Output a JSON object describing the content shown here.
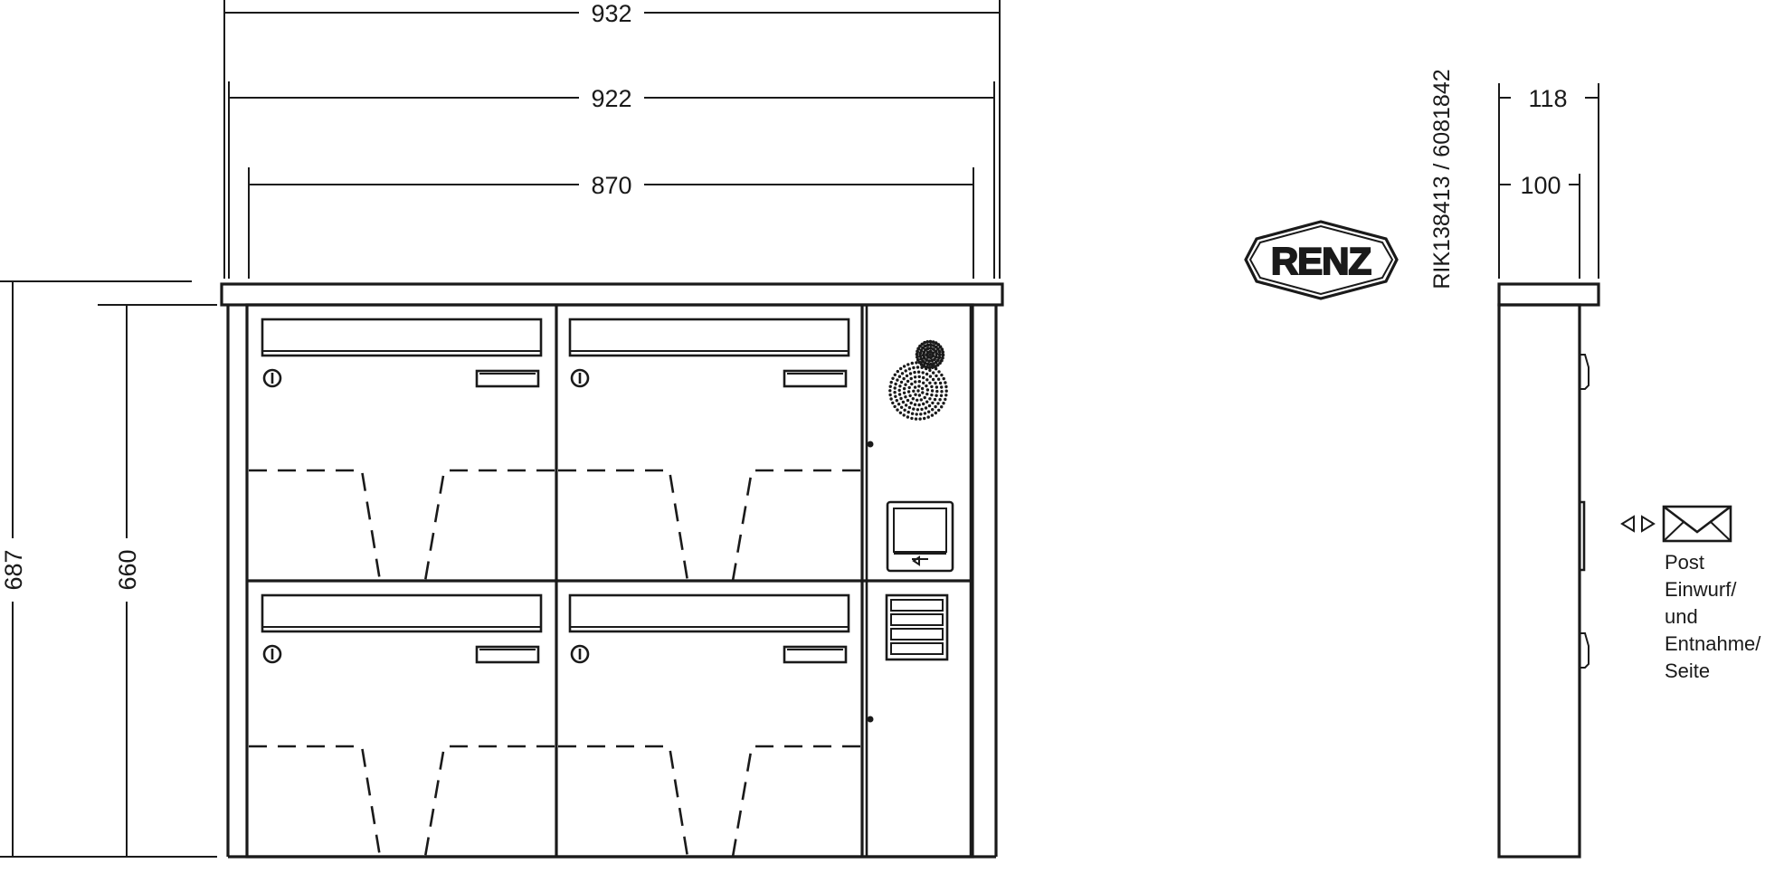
{
  "dimensions": {
    "width_overall": "932",
    "width_roof": "922",
    "width_body": "870",
    "height_overall": "687",
    "height_body": "660",
    "depth_roof": "118",
    "depth_body": "100"
  },
  "article_code": "RIK138413 / 6081842",
  "side_view_label": {
    "line1": "Post",
    "line2": "Einwurf/",
    "line3": "und",
    "line4": "Entnahme/",
    "line5": "Seite"
  },
  "colors": {
    "line": "#1a1a1a",
    "background": "#ffffff"
  },
  "icons": {
    "logo": "renz-logo",
    "envelope": "envelope-icon",
    "direction": "left-right-arrows-icon",
    "lock": "lock-icon",
    "speaker": "speaker-grille-icon",
    "camera": "camera-display-icon",
    "bell_buttons": "bell-buttons-icon"
  }
}
